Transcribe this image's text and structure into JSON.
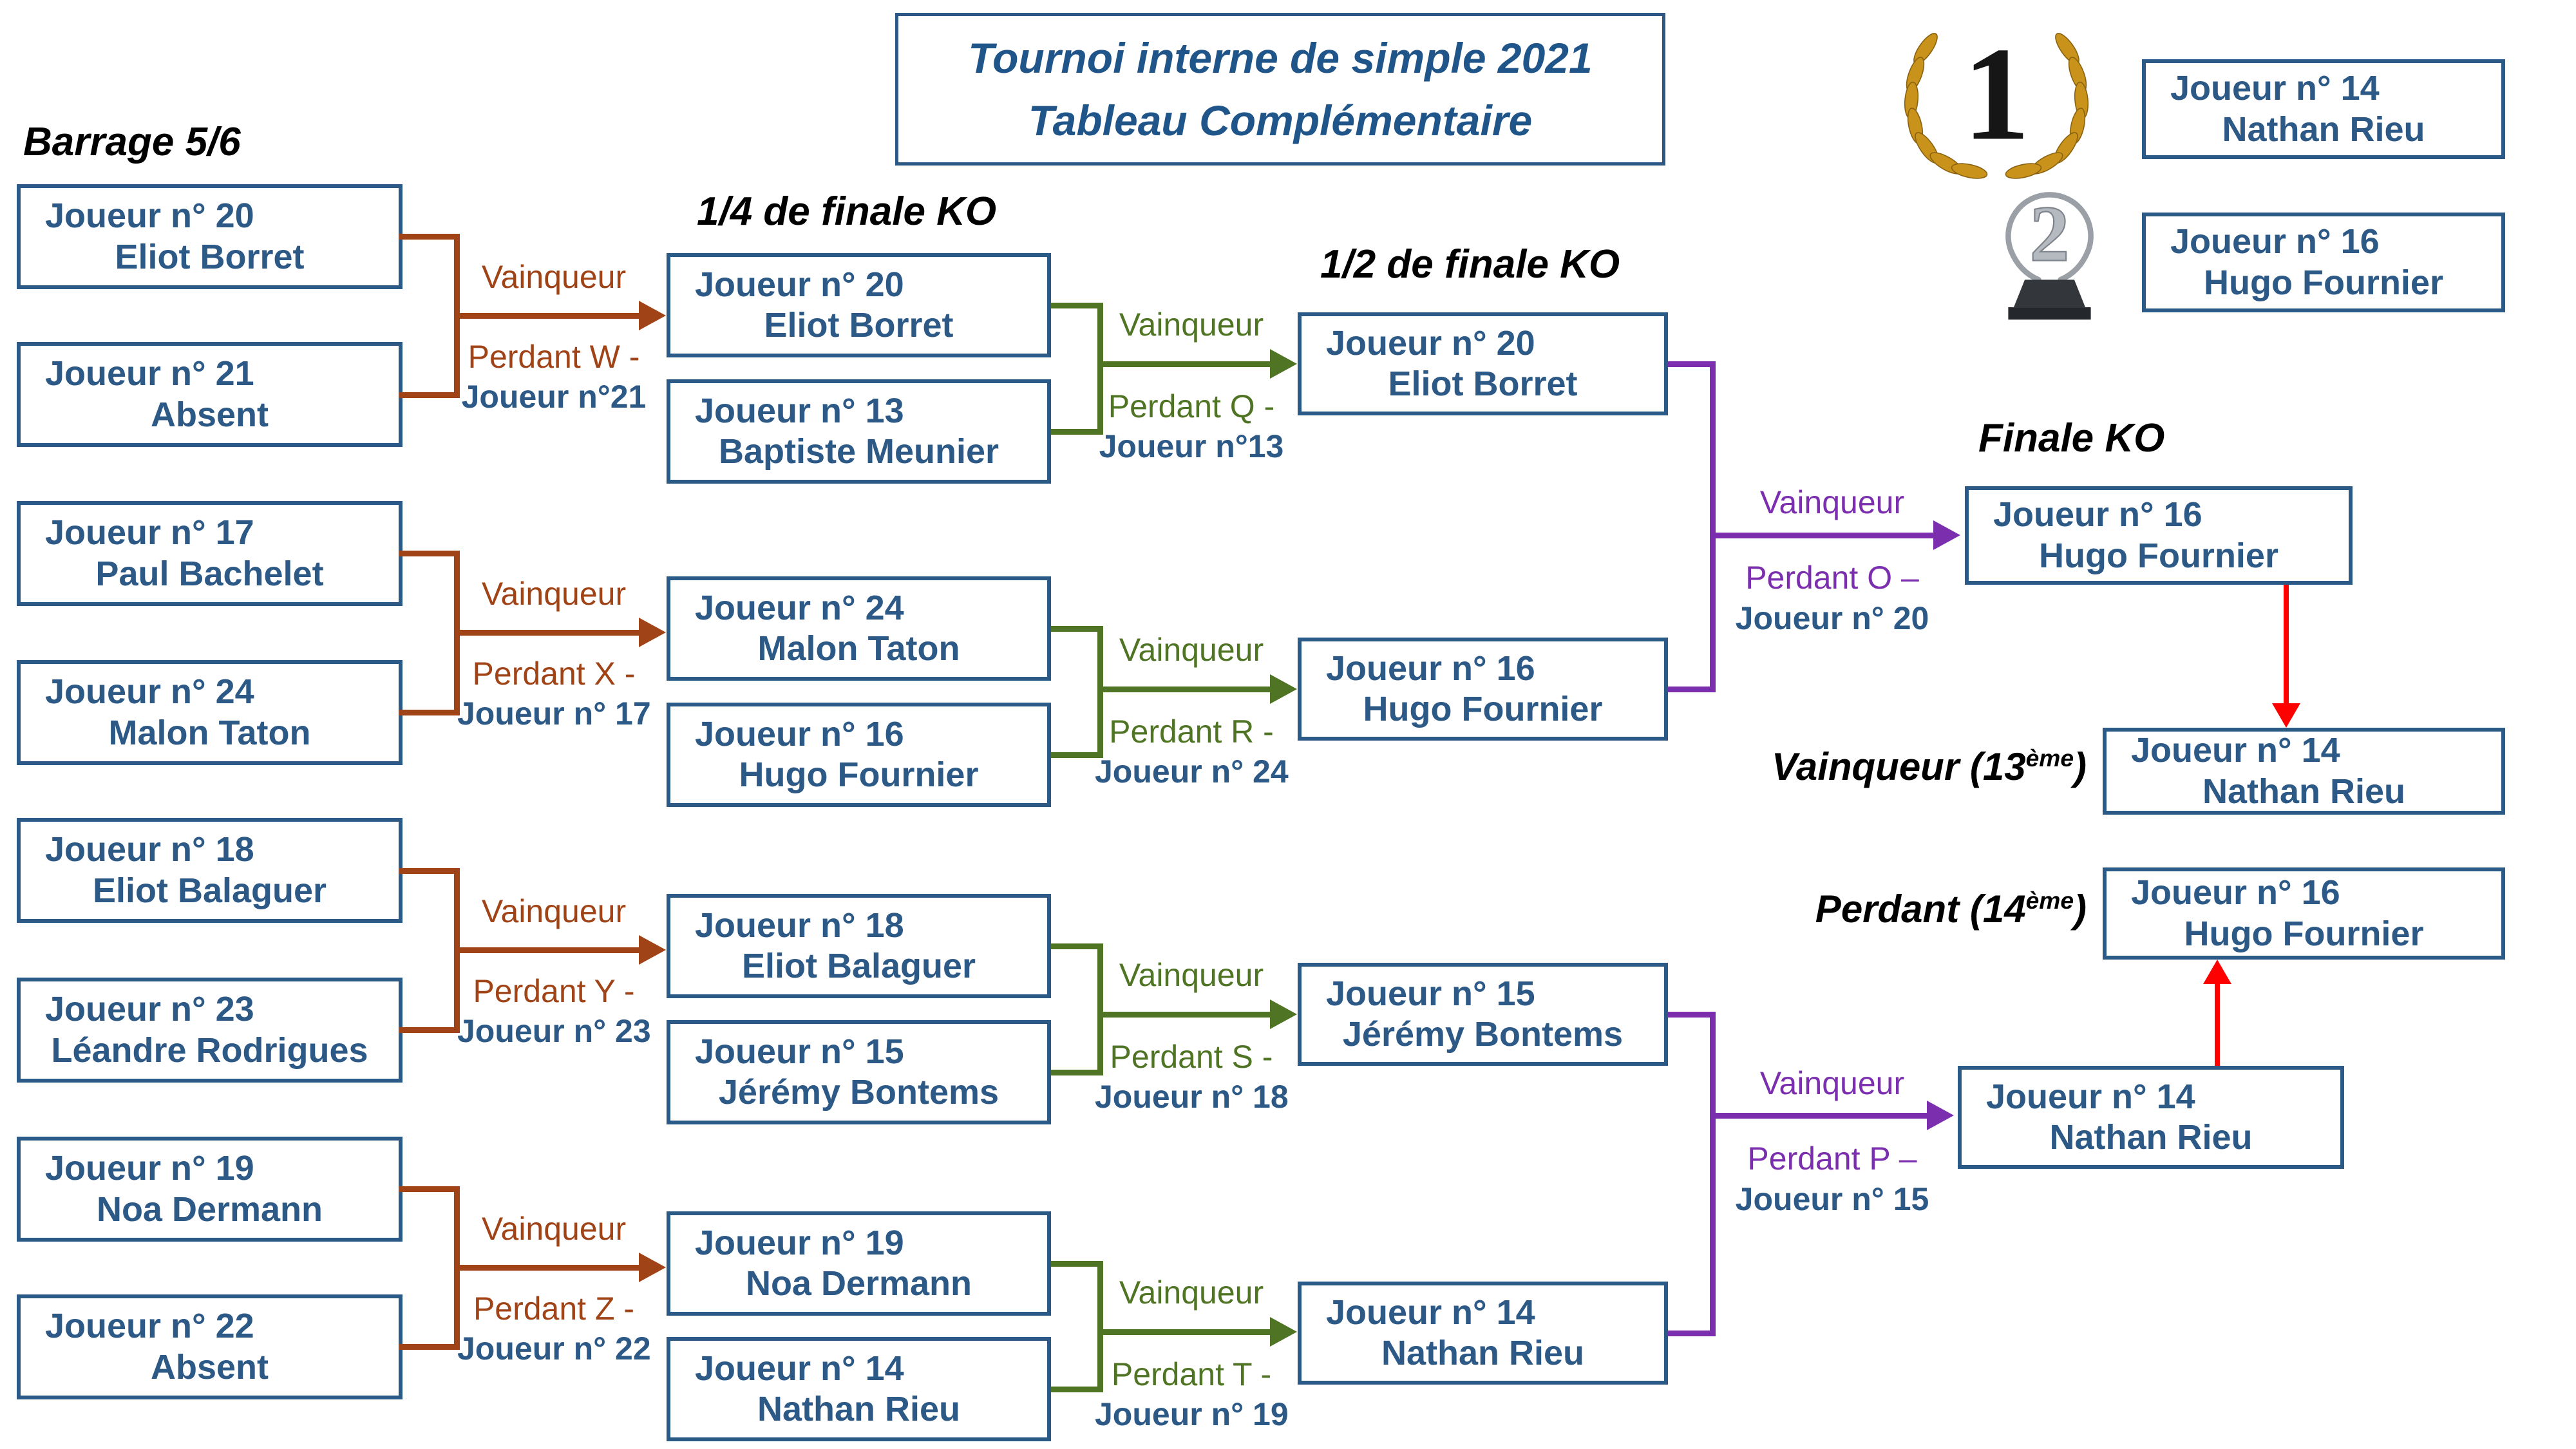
{
  "title": {
    "line1": "Tournoi interne de simple 2021",
    "line2": "Tableau Complémentaire"
  },
  "sections": {
    "barrage": "Barrage 5/6",
    "quarter": "1/4 de finale KO",
    "semi": "1/2 de finale KO",
    "finale": "Finale KO"
  },
  "matches": {
    "barrage": [
      {
        "a": {
          "num": "Joueur n° 20",
          "name": "Eliot Borret"
        },
        "b": {
          "num": "Joueur n° 21",
          "name": "Absent"
        },
        "labels": {
          "win": "Vainqueur",
          "lose": "Perdant W -",
          "loser_player": "Joueur n°21"
        }
      },
      {
        "a": {
          "num": "Joueur n° 17",
          "name": "Paul Bachelet"
        },
        "b": {
          "num": "Joueur n° 24",
          "name": "Malon Taton"
        },
        "labels": {
          "win": "Vainqueur",
          "lose": "Perdant X -",
          "loser_player": "Joueur n° 17"
        }
      },
      {
        "a": {
          "num": "Joueur n° 18",
          "name": "Eliot Balaguer"
        },
        "b": {
          "num": "Joueur n° 23",
          "name": "Léandre Rodrigues"
        },
        "labels": {
          "win": "Vainqueur",
          "lose": "Perdant Y -",
          "loser_player": "Joueur n° 23"
        }
      },
      {
        "a": {
          "num": "Joueur n° 19",
          "name": "Noa Dermann"
        },
        "b": {
          "num": "Joueur n° 22",
          "name": "Absent"
        },
        "labels": {
          "win": "Vainqueur",
          "lose": "Perdant Z -",
          "loser_player": "Joueur n° 22"
        }
      }
    ],
    "quarter": [
      {
        "a": {
          "num": "Joueur n° 20",
          "name": "Eliot Borret"
        },
        "b": {
          "num": "Joueur n° 13",
          "name": "Baptiste Meunier"
        },
        "labels": {
          "win": "Vainqueur",
          "lose": "Perdant Q -",
          "loser_player": "Joueur n°13"
        }
      },
      {
        "a": {
          "num": "Joueur n° 24",
          "name": "Malon Taton"
        },
        "b": {
          "num": "Joueur n° 16",
          "name": "Hugo Fournier"
        },
        "labels": {
          "win": "Vainqueur",
          "lose": "Perdant R -",
          "loser_player": "Joueur n° 24"
        }
      },
      {
        "a": {
          "num": "Joueur n° 18",
          "name": "Eliot Balaguer"
        },
        "b": {
          "num": "Joueur n° 15",
          "name": "Jérémy Bontems"
        },
        "labels": {
          "win": "Vainqueur",
          "lose": "Perdant S -",
          "loser_player": "Joueur n° 18"
        }
      },
      {
        "a": {
          "num": "Joueur n° 19",
          "name": "Noa Dermann"
        },
        "b": {
          "num": "Joueur n° 14",
          "name": "Nathan Rieu"
        },
        "labels": {
          "win": "Vainqueur",
          "lose": "Perdant T -",
          "loser_player": "Joueur n° 19"
        }
      }
    ],
    "semi": [
      {
        "a": {
          "num": "Joueur n° 20",
          "name": "Eliot Borret"
        },
        "b": {
          "num": "Joueur n° 16",
          "name": "Hugo Fournier"
        },
        "labels": {
          "win": "Vainqueur",
          "lose": "Perdant O –",
          "loser_player": "Joueur n° 20"
        }
      },
      {
        "a": {
          "num": "Joueur n° 15",
          "name": "Jérémy Bontems"
        },
        "b": {
          "num": "Joueur n° 14",
          "name": "Nathan Rieu"
        },
        "labels": {
          "win": "Vainqueur",
          "lose": "Perdant P –",
          "loser_player": "Joueur n° 15"
        }
      }
    ]
  },
  "finale": {
    "box": {
      "num": "Joueur n° 16",
      "name": "Hugo Fournier"
    },
    "bottom_box": {
      "num": "Joueur n° 14",
      "name": "Nathan Rieu"
    }
  },
  "podium": {
    "first": {
      "rank": "1",
      "num": "Joueur n° 14",
      "name": "Nathan Rieu"
    },
    "second": {
      "rank": "2",
      "num": "Joueur n° 16",
      "name": "Hugo Fournier"
    }
  },
  "classement": {
    "winner_pre": "Vainqueur (13",
    "winner_sup": "ème",
    "winner_post": ")",
    "loser_pre": "Perdant (14",
    "loser_sup": "ème",
    "loser_post": ")",
    "winner_box": {
      "num": "Joueur n° 14",
      "name": "Nathan Rieu"
    },
    "loser_box": {
      "num": "Joueur n° 16",
      "name": "Hugo Fournier"
    }
  },
  "colors": {
    "box_border": "#2B5A87",
    "player_text": "#2D5986",
    "title_text": "#20558A",
    "barrage_connector": "#A04418",
    "quarter_connector": "#4F7423",
    "semi_connector": "#7B2FAE",
    "finale_connector": "#FF0000",
    "gold": "#C8921B",
    "silver": "#AEB4BA"
  }
}
